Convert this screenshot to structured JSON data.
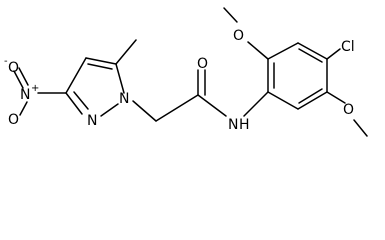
{
  "molecule": {
    "atoms": {
      "nitro_n": "N",
      "nitro_o_top": "O",
      "nitro_o_bottom": "O",
      "nitro_o_charge": "-",
      "nitro_n_charge": "+",
      "pyrazole_n2": "N",
      "pyrazole_n1": "N",
      "carbonyl_o": "O",
      "amide_n": "N",
      "amide_h": "H",
      "methoxy_top_o": "O",
      "chloro": "Cl",
      "methoxy_bottom_o": "O"
    }
  }
}
